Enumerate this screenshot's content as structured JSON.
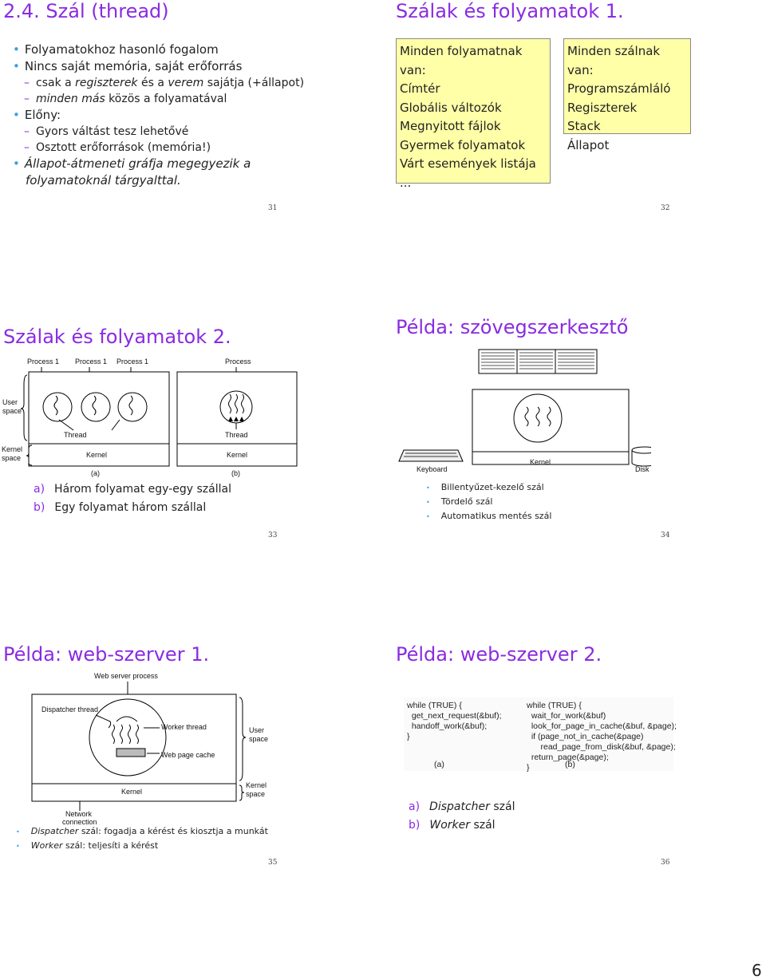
{
  "slide31": {
    "title": "2.4. Szál (thread)",
    "number": "31",
    "bullets": {
      "b1": "Folyamatokhoz hasonló fogalom",
      "b2": "Nincs saját memória, saját erőforrás",
      "b2s1_pre": "csak a ",
      "b2s1_em1": "regiszterek",
      "b2s1_mid": " és a ",
      "b2s1_em2": "verem",
      "b2s1_post": " sajátja (+állapot)",
      "b2s2_em": "minden más",
      "b2s2_post": " közös a folyamatával",
      "b3": "Előny:",
      "b3s1": "Gyors váltást tesz lehetővé",
      "b3s2": "Osztott erőforrások (memória!)",
      "b4_line1": "Állapot-átmeneti gráfja megegyezik a",
      "b4_line2": "folyamatoknál tárgyalttal."
    }
  },
  "slide32": {
    "title": "Szálak és folyamatok 1.",
    "number": "32",
    "left_box": [
      "Minden folyamatnak van:",
      "Címtér",
      "Globális változók",
      "Megnyitott fájlok",
      "Gyermek folyamatok",
      "Várt események listája",
      "..."
    ],
    "right_box": [
      "Minden szálnak van:",
      "Programszámláló",
      "Regiszterek",
      "Stack",
      "Állapot"
    ]
  },
  "slide33": {
    "title": "Szálak és folyamatok 2.",
    "number": "33",
    "diagram": {
      "process1": "Process 1",
      "process": "Process",
      "user_space_1": "User",
      "user_space_2": "space",
      "kernel_space_1": "Kernel",
      "kernel_space_2": "space",
      "thread": "Thread",
      "kernel": "Kernel",
      "caption_a": "(a)",
      "caption_b": "(b)"
    },
    "items": [
      {
        "letter": "a)",
        "text": "Három folyamat egy-egy szállal"
      },
      {
        "letter": "b)",
        "text": "Egy folyamat három szállal"
      }
    ]
  },
  "slide34": {
    "title": "Példa: szövegszerkesztő",
    "number": "34",
    "diagram": {
      "keyboard": "Keyboard",
      "kernel": "Kernel",
      "disk": "Disk"
    },
    "bullets": [
      "Billentyűzet-kezelő szál",
      "Tördelő szál",
      "Automatikus mentés szál"
    ]
  },
  "slide35": {
    "title": "Példa: web-szerver 1.",
    "number": "35",
    "diagram": {
      "web_server_process": "Web server process",
      "dispatcher_thread": "Dispatcher thread",
      "worker_thread": "Worker thread",
      "web_page_cache": "Web page cache",
      "user_space_1": "User",
      "user_space_2": "space",
      "kernel": "Kernel",
      "kernel_space_1": "Kernel",
      "kernel_space_2": "space",
      "network_1": "Network",
      "network_2": "connection"
    },
    "bullets": [
      {
        "em": "Dispatcher",
        "text": " szál: fogadja a kérést és kiosztja a munkát"
      },
      {
        "em": "Worker",
        "text": " szál: teljesíti a kérést"
      }
    ]
  },
  "slide36": {
    "title": "Példa: web-szerver 2.",
    "number": "36",
    "code_a": "while (TRUE) {\n  get_next_request(&buf);\n  handoff_work(&buf);\n}",
    "code_b": "while (TRUE) {\n  wait_for_work(&buf)\n  look_for_page_in_cache(&buf, &page);\n  if (page_not_in_cache(&page)\n      read_page_from_disk(&buf, &page);\n  return_page(&page);\n}",
    "caption_a": "(a)",
    "caption_b": "(b)",
    "items": [
      {
        "letter": "a)",
        "em": "Dispatcher",
        "text": " szál"
      },
      {
        "letter": "b)",
        "em": "Worker",
        "text": " szál"
      }
    ]
  },
  "page_number": "6"
}
